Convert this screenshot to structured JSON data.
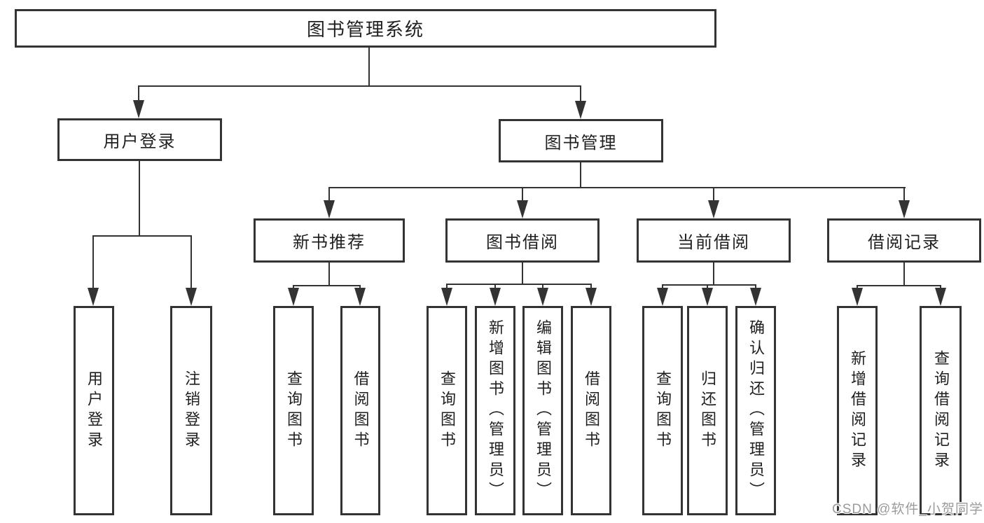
{
  "diagram": {
    "title": "图书管理系统",
    "type": "hierarchy-tree"
  },
  "nodes": {
    "root": "图书管理系统",
    "level2": [
      "用户登录",
      "图书管理"
    ],
    "level3": [
      "新书推荐",
      "图书借阅",
      "当前借阅",
      "借阅记录"
    ],
    "leaves": {
      "login": [
        "用户登录",
        "注销登录"
      ],
      "recommend": [
        "查询图书",
        "借阅图书"
      ],
      "borrow": [
        "查询图书",
        "新增图书（管理员）",
        "编辑图书（管理员）",
        "借阅图书"
      ],
      "current": [
        "查询图书",
        "归还图书",
        "确认归还（管理员）"
      ],
      "records": [
        "新增借阅记录",
        "查询借阅记录"
      ]
    }
  },
  "watermark": "CSDN @软件_小贺同学",
  "colors": {
    "line": "#333333",
    "text": "#1f1f1f",
    "watermark": "#9b9b9b",
    "background": "#ffffff"
  }
}
